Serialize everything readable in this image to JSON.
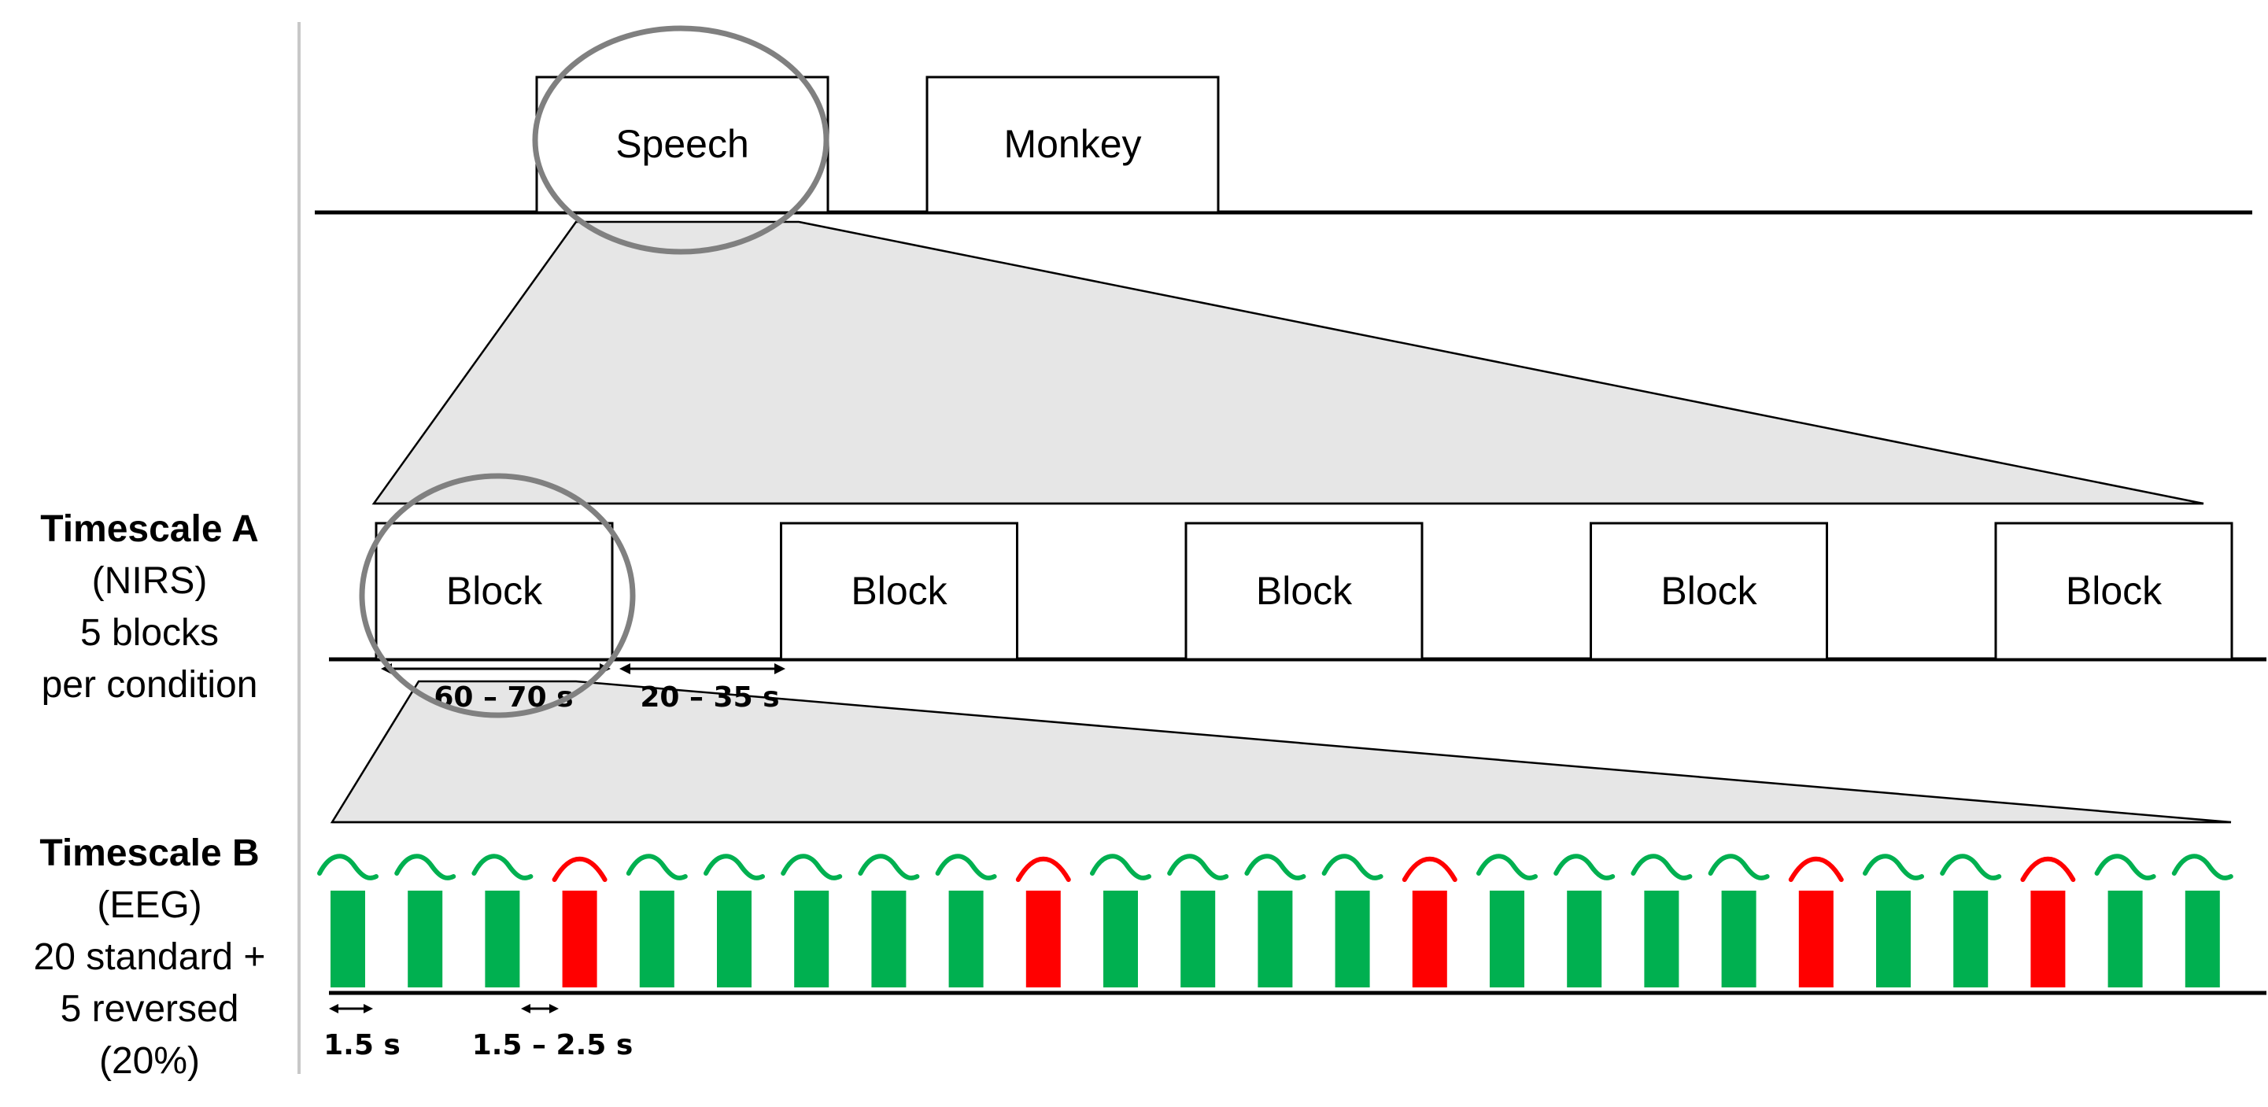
{
  "top_row": {
    "conditions": [
      "Speech",
      "Monkey"
    ]
  },
  "timescale_a": {
    "title": "Timescale A",
    "method": "(NIRS)",
    "desc_line1": "5 blocks",
    "desc_line2": "per condition",
    "block_label": "Block",
    "block_count": 5,
    "block_duration": "60 – 70 s",
    "gap_duration": "20 – 35 s"
  },
  "timescale_b": {
    "title": "Timescale B",
    "method": "(EEG)",
    "desc_line1": "20 standard +",
    "desc_line2": "5 reversed",
    "desc_line3": "(20%)",
    "stim_duration": "1.5 s",
    "isi_duration": "1.5 – 2.5 s",
    "sequence": [
      "standard",
      "standard",
      "standard",
      "reversed",
      "standard",
      "standard",
      "standard",
      "standard",
      "standard",
      "reversed",
      "standard",
      "standard",
      "standard",
      "standard",
      "reversed",
      "standard",
      "standard",
      "standard",
      "standard",
      "reversed",
      "standard",
      "standard",
      "reversed",
      "standard",
      "standard"
    ]
  },
  "colors": {
    "standard": "#00b050",
    "reversed": "#ff0000",
    "zoom_fill": "#e6e6e6",
    "highlight_ring": "#808080"
  }
}
